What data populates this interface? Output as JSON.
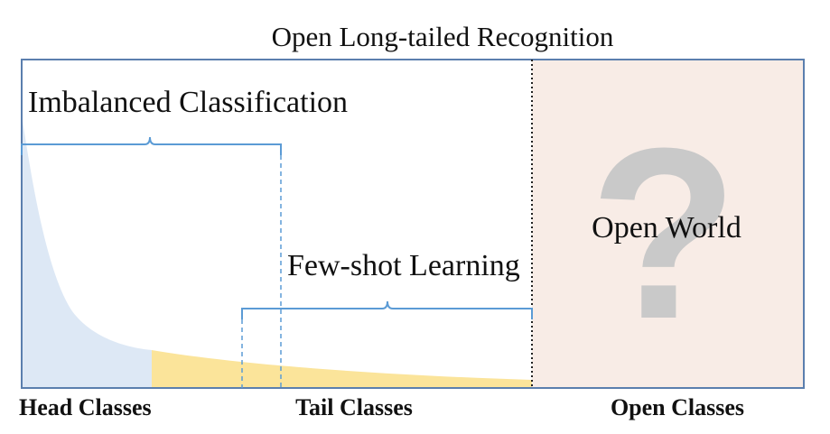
{
  "title": "Open Long-tailed Recognition",
  "brackets": {
    "imbalanced": "Imbalanced Classification",
    "fewshot": "Few-shot Learning"
  },
  "open_world": {
    "label": "Open World",
    "symbol": "?"
  },
  "bottom_labels": {
    "head": "Head Classes",
    "tail": "Tail Classes",
    "open": "Open Classes"
  },
  "colors": {
    "frame": "#5b7fae",
    "head_fill": "#dde8f5",
    "tail_fill": "#fbe49a",
    "open_fill": "#f8ece6",
    "bracket": "#5b9bd5",
    "question": "#c9c9c9"
  }
}
